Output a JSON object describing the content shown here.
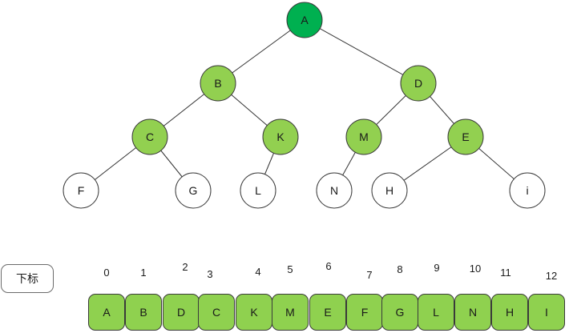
{
  "colors": {
    "root_fill": "#00b050",
    "node_fill": "#92d050",
    "leaf_fill": "#ffffff",
    "array_fill": "#8fd14f",
    "edge": "#333333"
  },
  "tree": {
    "nodes": [
      {
        "id": "A",
        "label": "A",
        "style": "root"
      },
      {
        "id": "B",
        "label": "B",
        "style": "filled"
      },
      {
        "id": "D",
        "label": "D",
        "style": "filled"
      },
      {
        "id": "C",
        "label": "C",
        "style": "filled"
      },
      {
        "id": "K",
        "label": "K",
        "style": "filled"
      },
      {
        "id": "M",
        "label": "M",
        "style": "filled"
      },
      {
        "id": "E",
        "label": "E",
        "style": "filled"
      },
      {
        "id": "F",
        "label": "F",
        "style": "empty"
      },
      {
        "id": "G",
        "label": "G",
        "style": "empty"
      },
      {
        "id": "L",
        "label": "L",
        "style": "empty"
      },
      {
        "id": "N",
        "label": "N",
        "style": "empty"
      },
      {
        "id": "H",
        "label": "H",
        "style": "empty"
      },
      {
        "id": "I",
        "label": "i",
        "style": "empty"
      }
    ],
    "edges": [
      [
        "A",
        "B"
      ],
      [
        "A",
        "D"
      ],
      [
        "B",
        "C"
      ],
      [
        "B",
        "K"
      ],
      [
        "D",
        "M"
      ],
      [
        "D",
        "E"
      ],
      [
        "C",
        "F"
      ],
      [
        "C",
        "G"
      ],
      [
        "K",
        "L"
      ],
      [
        "M",
        "N"
      ],
      [
        "E",
        "H"
      ],
      [
        "E",
        "I"
      ]
    ]
  },
  "legend": {
    "label": "下标"
  },
  "array": {
    "indices": [
      "0",
      "1",
      "2",
      "3",
      "4",
      "5",
      "6",
      "7",
      "8",
      "9",
      "10",
      "11",
      "12"
    ],
    "cells": [
      "A",
      "B",
      "D",
      "C",
      "K",
      "M",
      "E",
      "F",
      "G",
      "L",
      "N",
      "H",
      "I"
    ]
  }
}
